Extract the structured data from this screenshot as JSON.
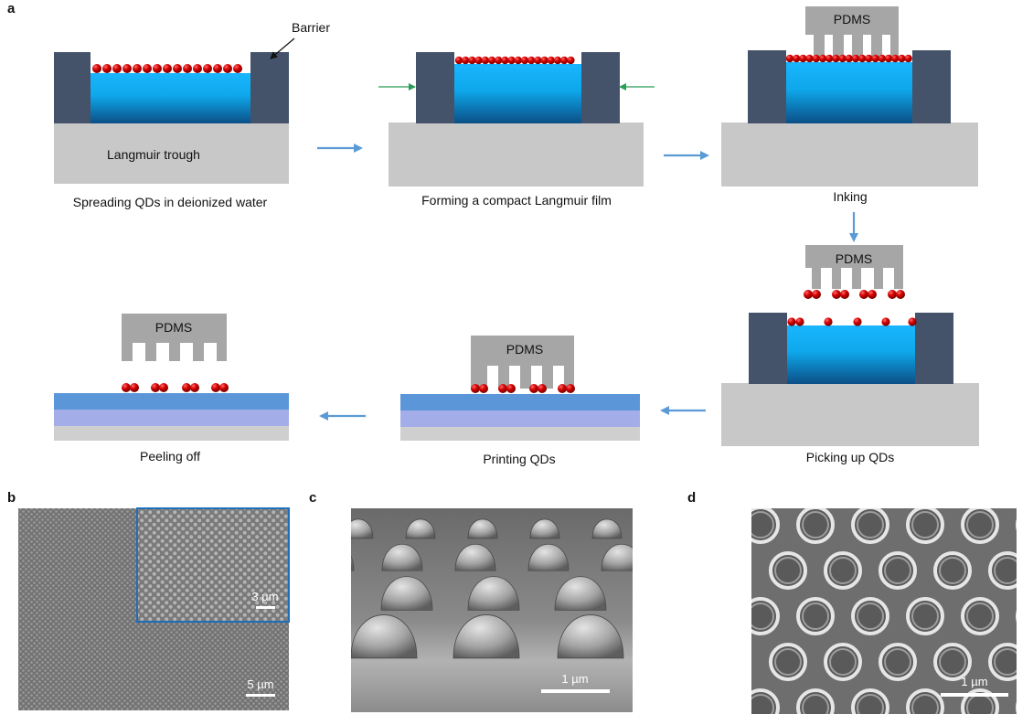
{
  "panel_labels": {
    "a": "a",
    "b": "b",
    "c": "c",
    "d": "d"
  },
  "annotations": {
    "barrier": "Barrier",
    "trough": "Langmuir trough",
    "pdms": "PDMS"
  },
  "steps": [
    {
      "caption": "Spreading QDs in deionized water"
    },
    {
      "caption": "Forming a compact Langmuir film"
    },
    {
      "caption": "Inking"
    },
    {
      "caption": "Picking up QDs"
    },
    {
      "caption": "Printing QDs"
    },
    {
      "caption": "Peeling off"
    }
  ],
  "micrographs": {
    "b": {
      "scale_main": "5 µm",
      "scale_inset": "3 µm"
    },
    "c": {
      "scale": "1 µm"
    },
    "d": {
      "scale": "1 µm"
    }
  },
  "colors": {
    "barrier": "#44536a",
    "trough": "#c8c8c8",
    "stamp": "#a6a6a6",
    "qd": "#c00000",
    "flow_arrow": "#5b9bd5",
    "compress_arrow": "#2a9d57",
    "inset_border": "#1f6fb8"
  }
}
